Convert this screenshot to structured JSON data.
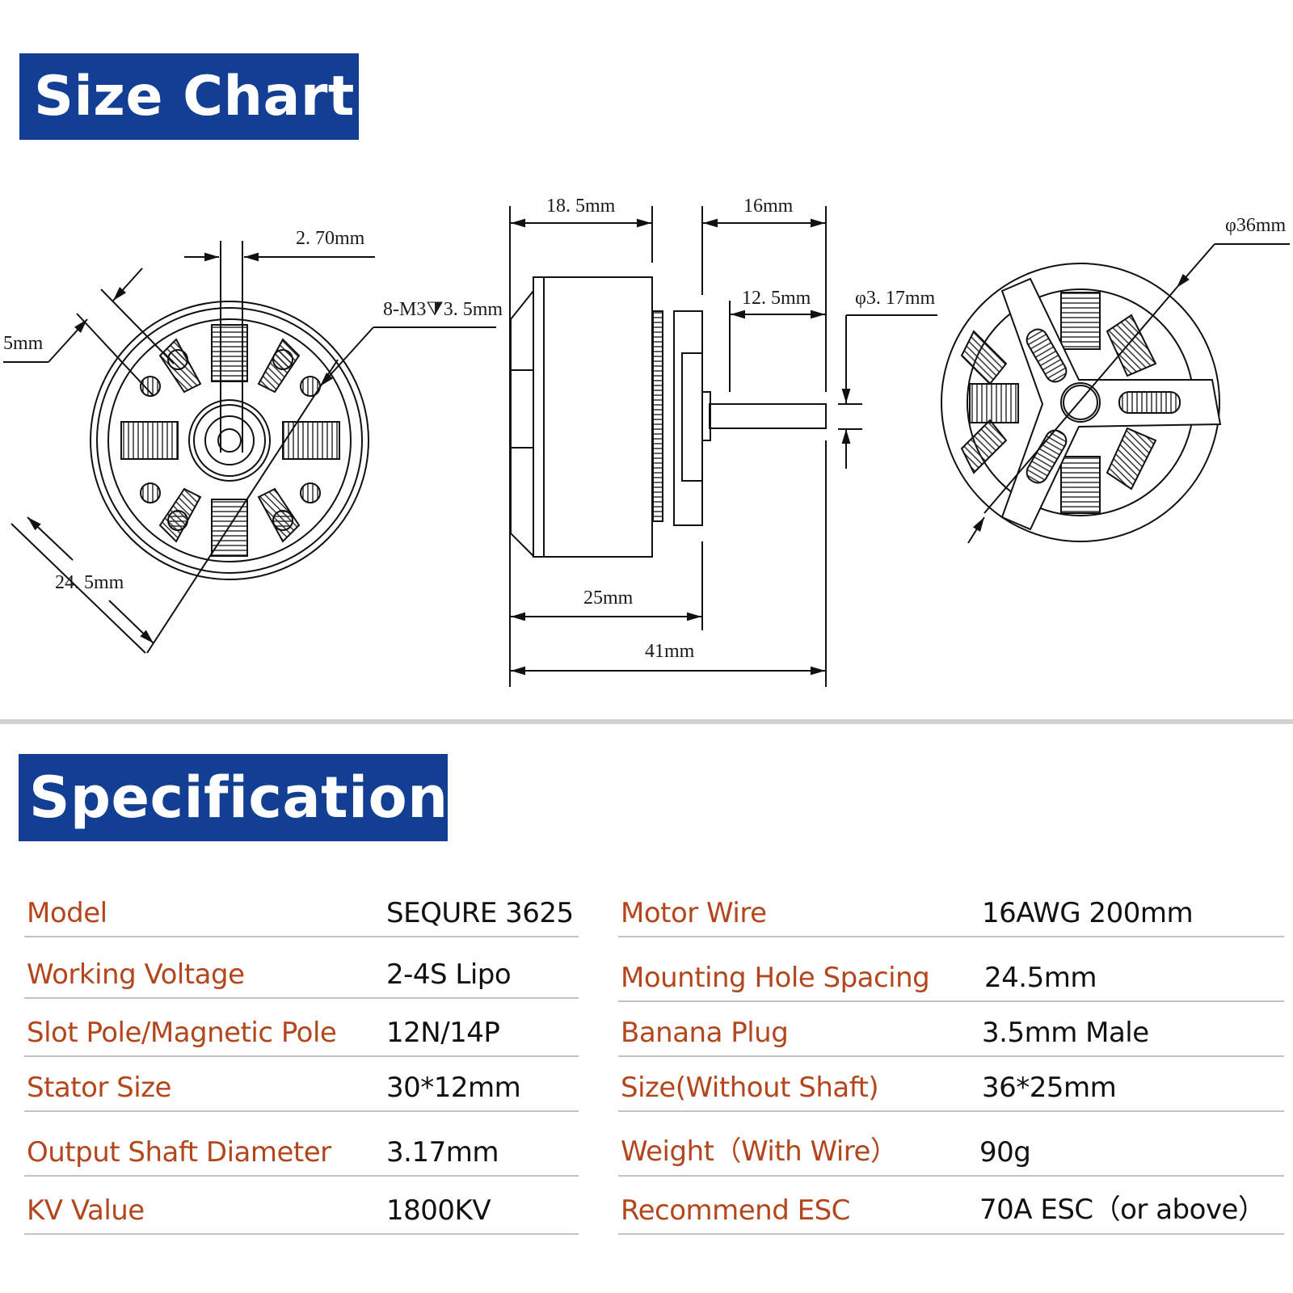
{
  "size_chart": {
    "title": "Size Chart",
    "front_view": {
      "slot_width": "2. 70mm",
      "hole_spec": "8-M3⧩3. 5mm",
      "hole_edge": "5mm",
      "hole_spacing": "24. 5mm"
    },
    "side_view": {
      "base_depth": "18. 5mm",
      "shaft_total": "16mm",
      "shaft_exposed": "12. 5mm",
      "shaft_diameter": "φ3. 17mm",
      "body_length": "25mm",
      "total_length": "41mm"
    },
    "rear_view": {
      "diameter": "φ36mm"
    }
  },
  "specification": {
    "title": "Specification",
    "left": [
      {
        "label": "Model",
        "value": "SEQURE 3625"
      },
      {
        "label": "Working Voltage",
        "value": "2-4S Lipo"
      },
      {
        "label": "Slot Pole/Magnetic Pole",
        "value": "12N/14P"
      },
      {
        "label": "Stator Size",
        "value": "30*12mm"
      },
      {
        "label": "Output Shaft Diameter",
        "value": "3.17mm"
      },
      {
        "label": "KV Value",
        "value": "1800KV"
      }
    ],
    "right": [
      {
        "label": "Motor Wire",
        "value": "16AWG 200mm"
      },
      {
        "label": "Mounting Hole Spacing",
        "value": "24.5mm"
      },
      {
        "label": "Banana Plug",
        "value": "3.5mm Male"
      },
      {
        "label": "Size(Without Shaft)",
        "value": "36*25mm"
      },
      {
        "label": "Weight（With Wire）",
        "value": "90g"
      },
      {
        "label": "Recommend ESC",
        "value": "70A ESC（or above）"
      }
    ]
  },
  "colors": {
    "banner_bg": "#123f93",
    "label": "#b3461c",
    "value": "#111111",
    "divider": "#c2c2c2"
  }
}
